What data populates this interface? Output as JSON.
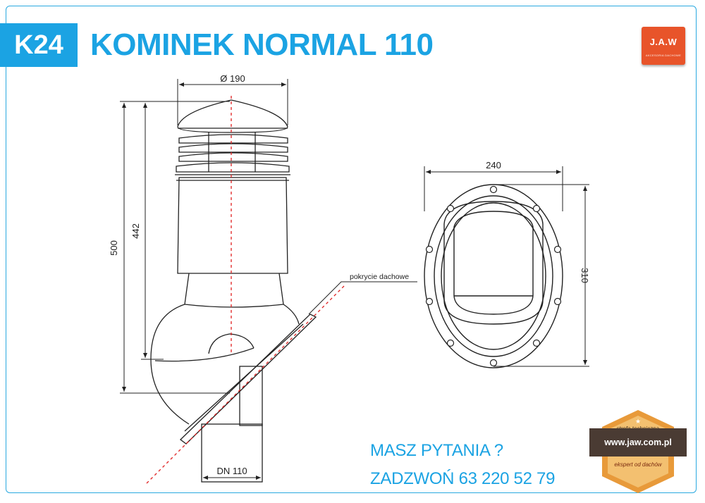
{
  "header": {
    "code": "K24",
    "title": "KOMINEK NORMAL 110",
    "logo_text": "J.A.W",
    "logo_subtext": "AKCESORIA DACHOWE"
  },
  "dimensions": {
    "top_diameter": "Ø 190",
    "total_height": "500",
    "upper_height": "442",
    "roof_label": "pokrycie dachowe",
    "pipe_label": "DN 110",
    "flange_width": "240",
    "flange_height": "310"
  },
  "contact": {
    "line1": "MASZ PYTANIA ?",
    "line2": "ZADZWOŃ 63 220 52 79"
  },
  "badge": {
    "top": "strefa techniczna",
    "url": "www.jaw.com.pl",
    "bottom": "ekspert od dachów"
  },
  "colors": {
    "accent": "#1ba3e3",
    "logo_bg": "#e8542a",
    "axis": "#e02020",
    "badge_orange": "#e89a3a",
    "badge_dark": "#4a3b33"
  }
}
